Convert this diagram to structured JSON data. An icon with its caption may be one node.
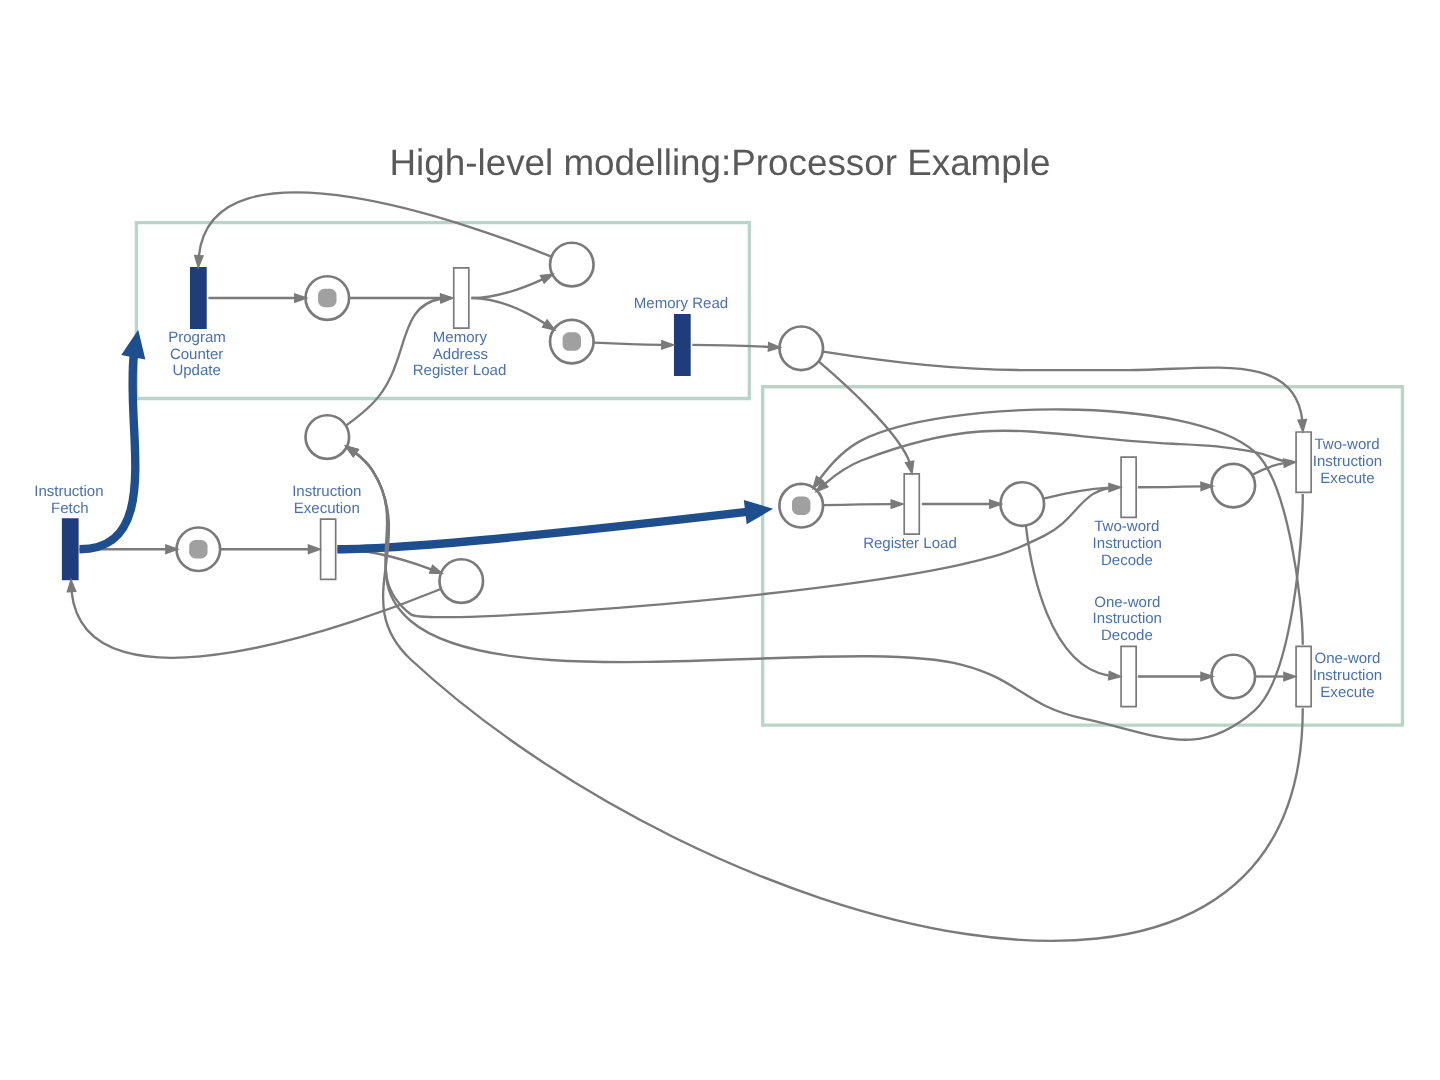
{
  "diagram": {
    "title": "High-level modelling:Processor Example",
    "nodes": [
      {
        "text": [
          "Instruction Fetch"
        ]
      },
      {
        "text": [],
        "shape": "circle"
      },
      {
        "text": [],
        "shape": "circle"
      },
      {
        "text": [
          "Instruction Execution"
        ]
      },
      {
        "text": [],
        "shape": "box"
      },
      {
        "text": [
          "Program Counter Update"
        ],
        "in": 4
      },
      {
        "text": [],
        "shape": "circle",
        "in": 4
      },
      {
        "text": [],
        "shape": "circle",
        "in": 4
      },
      {
        "text": [
          "Memory Address Register Load"
        ],
        "in": 4
      },
      {
        "text": [],
        "shape": "circle",
        "in": 4
      },
      {
        "text": [
          "Memory Read"
        ],
        "in": 4
      },
      {
        "text": [],
        "shape": "circle"
      },
      {
        "text": [],
        "shape": "circle"
      },
      {
        "text": [],
        "shape": "box"
      },
      {
        "text": [],
        "shape": "circle",
        "in": 13
      },
      {
        "text": [
          "Register Load"
        ],
        "in": 13
      },
      {
        "text": [],
        "shape": "circle",
        "in": 13
      },
      {
        "text": [
          "Two-word Instruction Decode"
        ],
        "in": 13
      },
      {
        "text": [],
        "shape": "circle",
        "in": 13
      },
      {
        "text": [
          "Two-word Instruction Execute"
        ],
        "in": 13
      },
      {
        "text": [
          "One-word Instruction Decode"
        ],
        "in": 13
      },
      {
        "text": [],
        "shape": "circle",
        "in": 13
      },
      {
        "text": [
          "One-word Instruction Execute"
        ],
        "in": 13
      }
    ],
    "edges": [
      {
        "from": 0,
        "to": 1,
        "arrow": "to"
      },
      {
        "from": 1,
        "to": 3,
        "arrow": "to"
      },
      {
        "from": 3,
        "to": 2,
        "arrow": "to"
      },
      {
        "from": 2,
        "to": 0,
        "arrow": "to"
      },
      {
        "from": 0,
        "to": 4,
        "arrow": "to",
        "style": "thick",
        "color": "#1f4e8c"
      },
      {
        "from": 3,
        "to": 13,
        "arrow": "to",
        "style": "thick",
        "color": "#1f4e8c"
      },
      {
        "from": 5,
        "to": 6,
        "arrow": "to"
      },
      {
        "from": 6,
        "to": 8,
        "arrow": "to"
      },
      {
        "from": 8,
        "to": 7,
        "arrow": "to"
      },
      {
        "from": 7,
        "to": 5,
        "arrow": "to"
      },
      {
        "from": 8,
        "to": 9,
        "arrow": "to"
      },
      {
        "from": 9,
        "to": 10,
        "arrow": "to"
      },
      {
        "from": 10,
        "to": 12,
        "arrow": "to"
      },
      {
        "from": 11,
        "to": 8,
        "arrow": "to"
      },
      {
        "from": 12,
        "to": 15,
        "arrow": "to"
      },
      {
        "from": 14,
        "to": 15,
        "arrow": "to"
      },
      {
        "from": 15,
        "to": 16,
        "arrow": "to"
      },
      {
        "from": 16,
        "to": 17,
        "arrow": "to"
      },
      {
        "from": 16,
        "to": 20,
        "arrow": "to"
      },
      {
        "from": 20,
        "to": 21,
        "arrow": "to"
      },
      {
        "from": 21,
        "to": 22,
        "arrow": "to"
      },
      {
        "from": 22,
        "to": 11,
        "arrow": "to"
      },
      {
        "from": 22,
        "to": 14,
        "arrow": "to"
      },
      {
        "from": 17,
        "to": 18,
        "arrow": "to"
      },
      {
        "from": 17,
        "to": 11,
        "arrow": "to"
      },
      {
        "from": 18,
        "to": 19,
        "arrow": "to"
      },
      {
        "from": 12,
        "to": 19,
        "arrow": "to"
      },
      {
        "from": 19,
        "to": 11,
        "arrow": "to"
      },
      {
        "from": 19,
        "to": 14,
        "arrow": "to"
      }
    ]
  }
}
